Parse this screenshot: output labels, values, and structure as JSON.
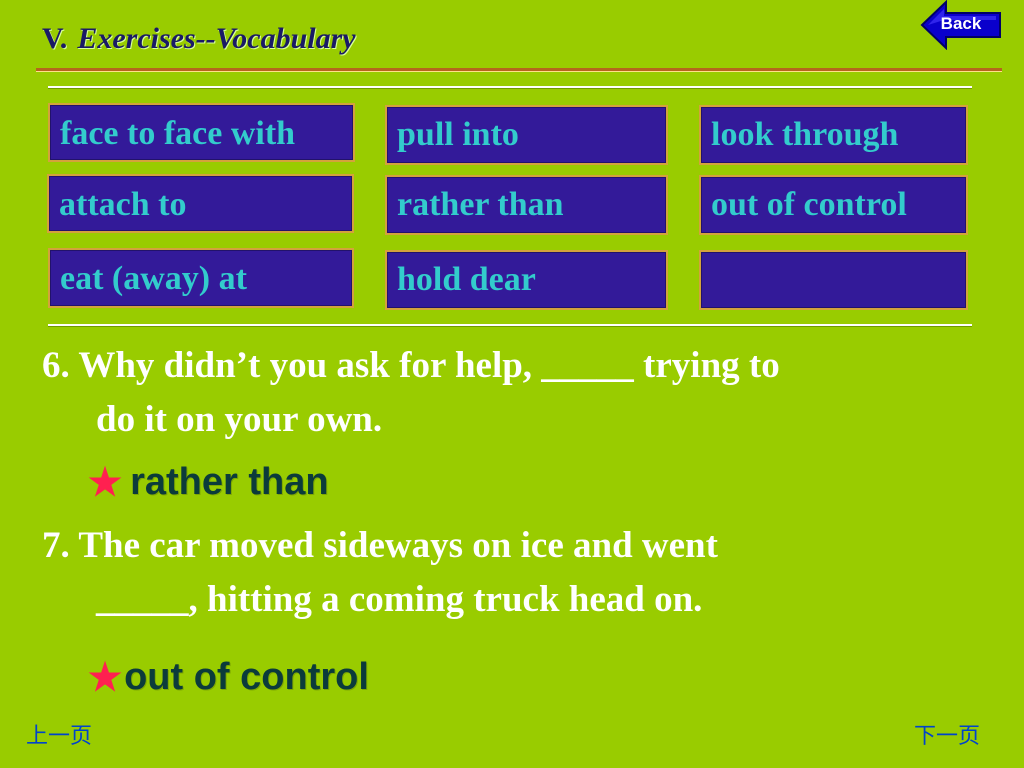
{
  "header": {
    "number": "V.",
    "title": "Exercises--Vocabulary",
    "back_label": "Back"
  },
  "phrases": [
    "face to face with",
    "pull into",
    "look through",
    "attach to",
    "rather than",
    "out of control",
    "eat (away) at",
    "hold dear",
    ""
  ],
  "questions": [
    {
      "line1": "6. Why didn’t you ask for help, _____ trying to",
      "line2": "do it on your own.",
      "answer": "rather than"
    },
    {
      "line1": "7. The car moved sideways on ice and went",
      "line2": "_____, hitting a coming truck head on.",
      "answer": "out of control"
    }
  ],
  "answer_marker": "★",
  "nav": {
    "prev": "上一页",
    "next": "下一页"
  },
  "colors": {
    "background": "#99cc00",
    "box_fill": "#331a99",
    "box_text": "#33cccc",
    "question_text": "#ffffff",
    "answer_text": "#0b3b3b",
    "star": "#ff2050",
    "nav_link": "#0044cc"
  }
}
